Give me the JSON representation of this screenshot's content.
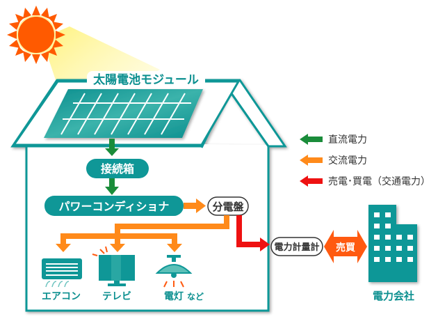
{
  "colors": {
    "teal": "#0f9797",
    "teal_dark": "#0b8686",
    "dc_green": "#1a8c3a",
    "ac_orange": "#ff8a1a",
    "trade_red": "#ee1111",
    "sun": "#ff5a00",
    "sunbeam": "#fff58a",
    "trade_arrow": "#ff5a10"
  },
  "diagram": {
    "solar_module_label": "太陽電池モジュール",
    "junction_box_label": "接続箱",
    "power_conditioner_label": "パワーコンディショナ",
    "distribution_board_label": "分電盤",
    "power_meter_label": "電力計量計",
    "trade_label": "売買",
    "power_company_label": "電力会社",
    "appliances": [
      {
        "label": "エアコン",
        "icon": "air-conditioner-icon"
      },
      {
        "label": "テレビ",
        "icon": "television-icon"
      },
      {
        "label": "電灯",
        "suffix": "など",
        "icon": "ceiling-light-icon"
      }
    ]
  },
  "legend": {
    "items": [
      {
        "label": "直流電力",
        "color": "#1a8c3a",
        "icon": "arrow-left-icon"
      },
      {
        "label": "交流電力",
        "color": "#ff8a1a",
        "icon": "arrow-left-icon"
      },
      {
        "label": "売電･買電（交通電力）",
        "color": "#ee1111",
        "icon": "arrow-left-icon"
      }
    ]
  }
}
